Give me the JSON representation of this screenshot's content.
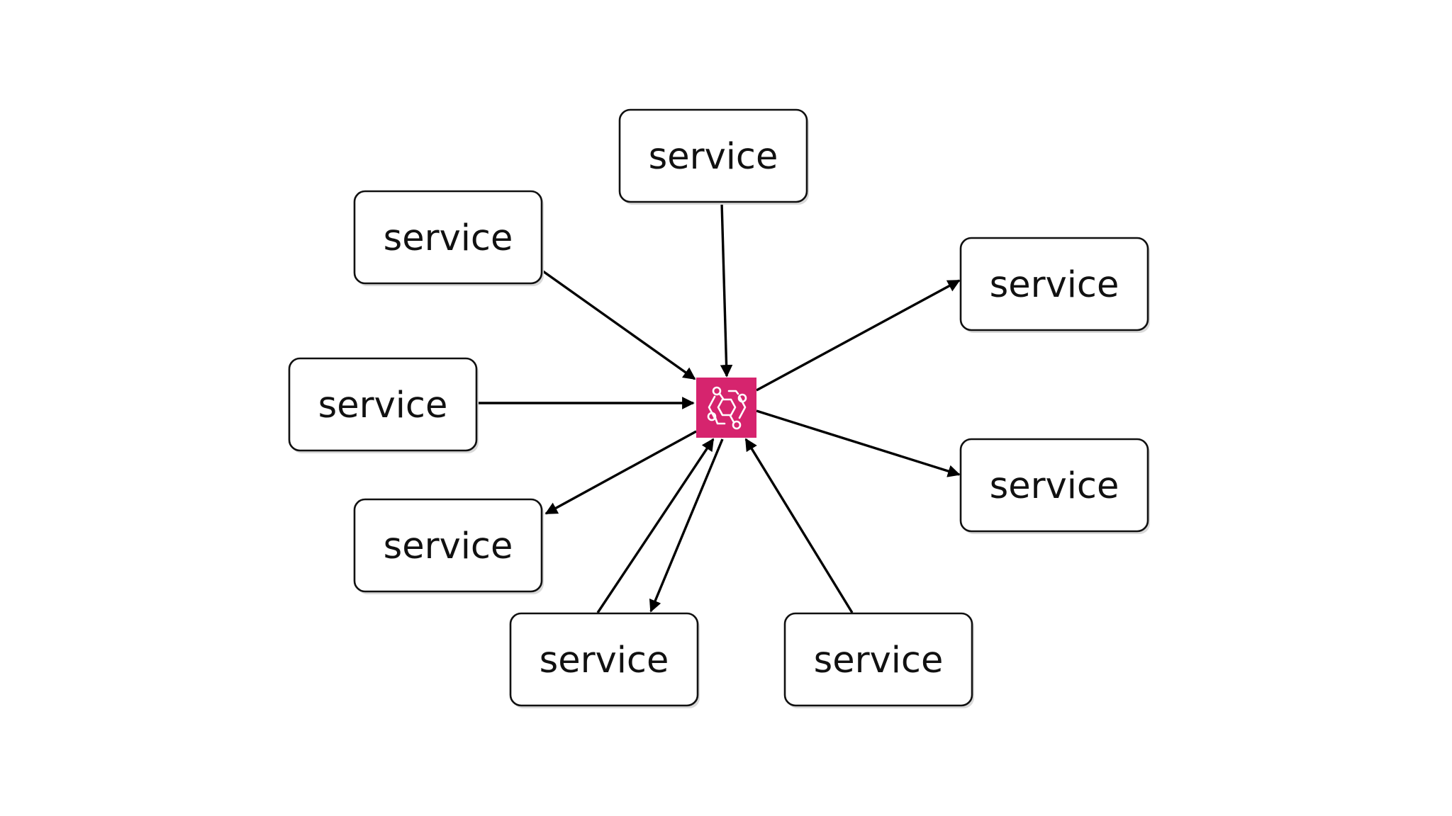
{
  "colors": {
    "background": "#ffffff",
    "box_border": "#111111",
    "arrow": "#000000",
    "hub_fill": "#d6246e",
    "hub_icon": "#ffffff"
  },
  "hub": {
    "icon": "event-bus-icon"
  },
  "nodes": [
    {
      "id": "top",
      "label": "service"
    },
    {
      "id": "upper-left",
      "label": "service"
    },
    {
      "id": "upper-right",
      "label": "service"
    },
    {
      "id": "left",
      "label": "service"
    },
    {
      "id": "lower-right",
      "label": "service"
    },
    {
      "id": "lower-left",
      "label": "service"
    },
    {
      "id": "bottom-left",
      "label": "service"
    },
    {
      "id": "bottom-right",
      "label": "service"
    }
  ],
  "edges": [
    {
      "from": "top",
      "to": "hub"
    },
    {
      "from": "upper-left",
      "to": "hub"
    },
    {
      "from": "left",
      "to": "hub"
    },
    {
      "from": "hub",
      "to": "upper-right"
    },
    {
      "from": "hub",
      "to": "lower-right"
    },
    {
      "from": "hub",
      "to": "lower-left"
    },
    {
      "from": "bottom-left",
      "to": "hub"
    },
    {
      "from": "hub",
      "to": "bottom-left"
    },
    {
      "from": "bottom-right",
      "to": "hub"
    }
  ]
}
